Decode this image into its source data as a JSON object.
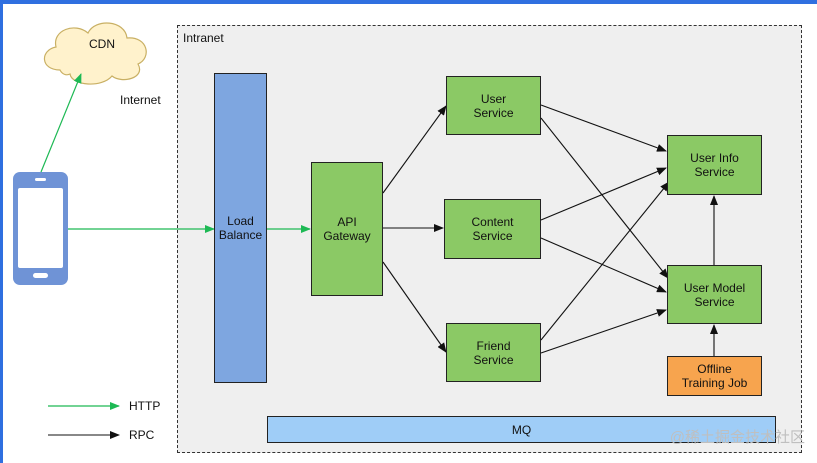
{
  "labels": {
    "cdn": "CDN",
    "internet": "Internet",
    "intranet": "Intranet",
    "legend_http": "HTTP",
    "legend_rpc": "RPC",
    "watermark": "@稀土掘金技术社区"
  },
  "nodes": {
    "load_balance": "Load\nBalance",
    "api_gateway": "API\nGateway",
    "user_service": "User\nService",
    "content_service": "Content\nService",
    "friend_service": "Friend\nService",
    "user_info_service": "User Info\nService",
    "user_model_service": "User Model\nService",
    "offline_training_job": "Offline\nTraining Job",
    "mq": "MQ"
  },
  "colors": {
    "http_edge": "#1db954",
    "rpc_edge": "#111111",
    "service": "#8bc965",
    "load_balance": "#7ea6e0",
    "offline": "#f7a44e",
    "mq": "#9fcdf7",
    "phone": "#6f93d6"
  }
}
